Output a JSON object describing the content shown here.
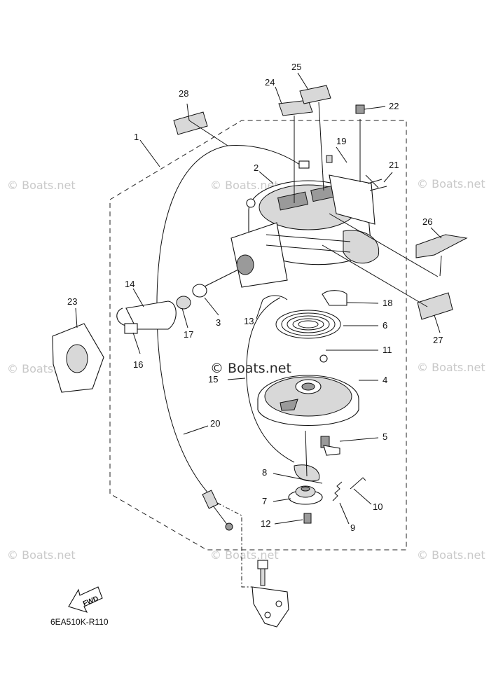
{
  "diagram": {
    "code": "6EA510K-R110",
    "direction_label": "FWD",
    "watermark_main": "© Boats.net",
    "watermark_repeat": "© Boats.net"
  },
  "callouts": [
    {
      "id": "1",
      "text": "1"
    },
    {
      "id": "2",
      "text": "2"
    },
    {
      "id": "3",
      "text": "3"
    },
    {
      "id": "4",
      "text": "4"
    },
    {
      "id": "5",
      "text": "5"
    },
    {
      "id": "6",
      "text": "6"
    },
    {
      "id": "7",
      "text": "7"
    },
    {
      "id": "8",
      "text": "8"
    },
    {
      "id": "9",
      "text": "9"
    },
    {
      "id": "10",
      "text": "10"
    },
    {
      "id": "11",
      "text": "11"
    },
    {
      "id": "12",
      "text": "12"
    },
    {
      "id": "13",
      "text": "13"
    },
    {
      "id": "14",
      "text": "14"
    },
    {
      "id": "15",
      "text": "15"
    },
    {
      "id": "16",
      "text": "16"
    },
    {
      "id": "17",
      "text": "17"
    },
    {
      "id": "18",
      "text": "18"
    },
    {
      "id": "19",
      "text": "19"
    },
    {
      "id": "20",
      "text": "20"
    },
    {
      "id": "21",
      "text": "21"
    },
    {
      "id": "22",
      "text": "22"
    },
    {
      "id": "23",
      "text": "23"
    },
    {
      "id": "24",
      "text": "24"
    },
    {
      "id": "25",
      "text": "25"
    },
    {
      "id": "26",
      "text": "26"
    },
    {
      "id": "27",
      "text": "27"
    },
    {
      "id": "28",
      "text": "28"
    }
  ]
}
